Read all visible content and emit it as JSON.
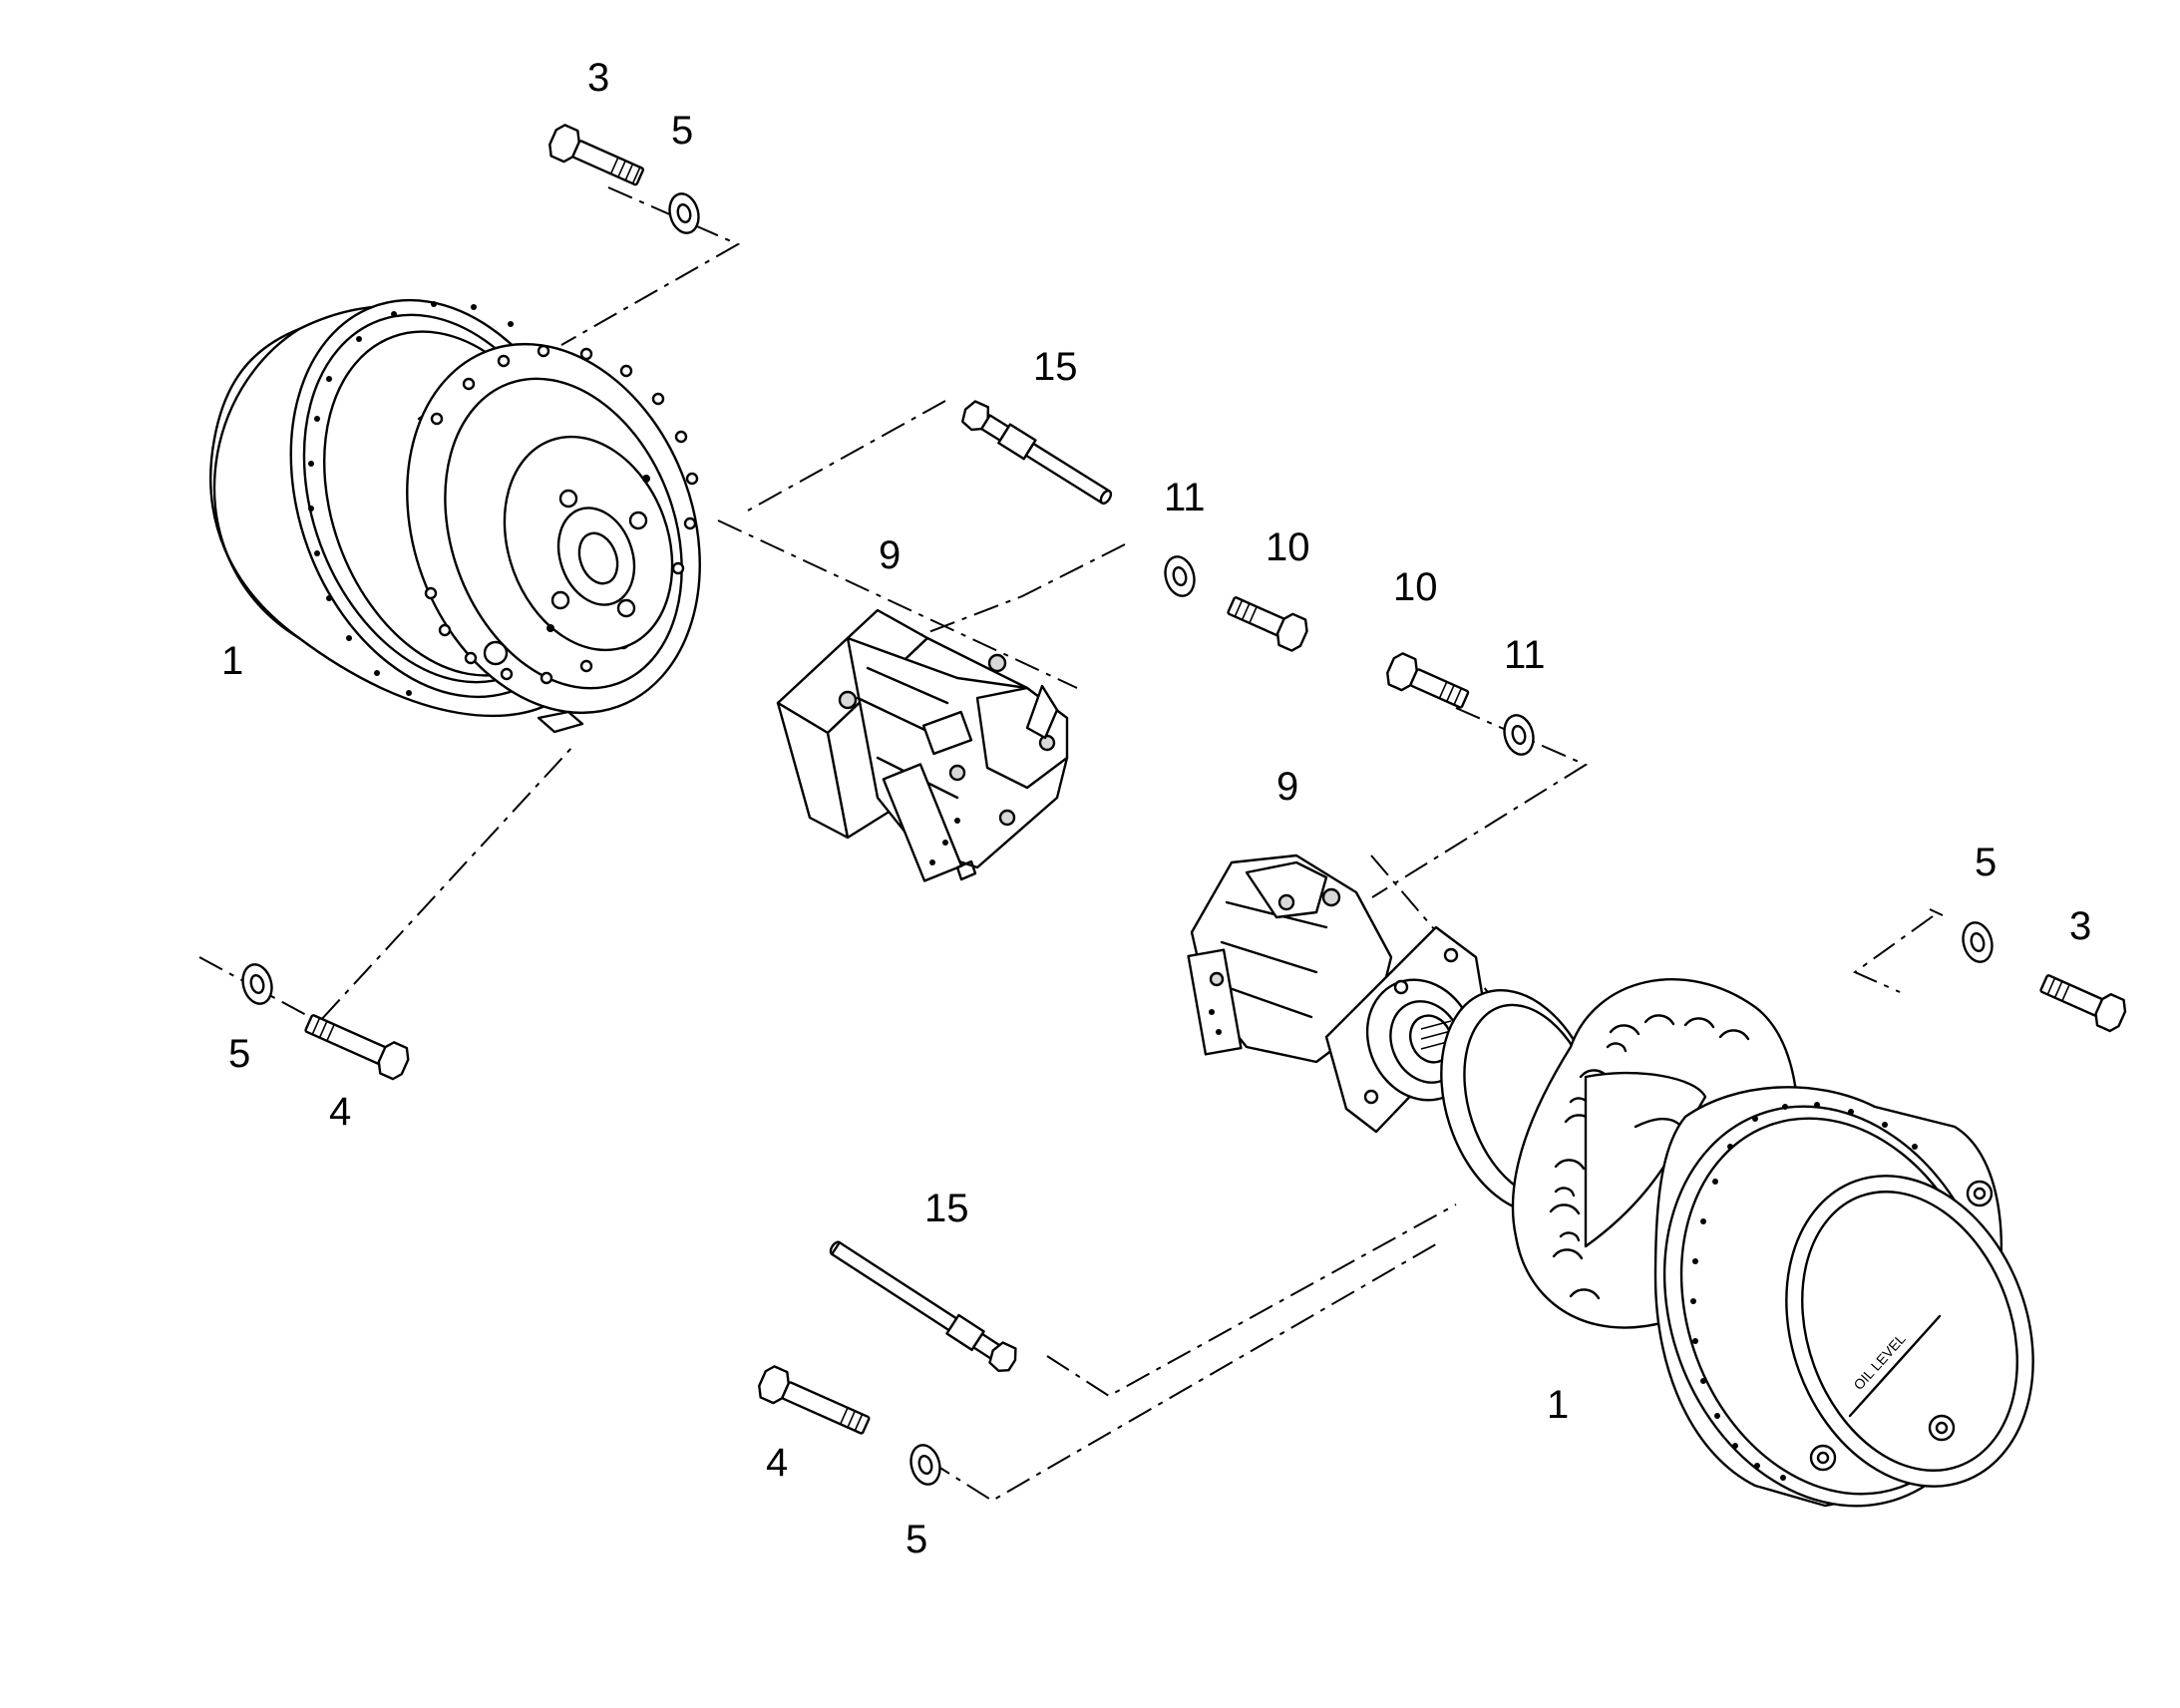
{
  "callouts": {
    "top_left": {
      "bolt_3": "3",
      "washer_5": "5",
      "drive_1": "1",
      "washer_5b": "5",
      "bolt_4": "4"
    },
    "center": {
      "pin_15a": "15",
      "washer_11a": "11",
      "motor_9a": "9",
      "bolt_10a": "10",
      "bolt_10b": "10",
      "washer_11b": "11",
      "motor_9b": "9"
    },
    "right": {
      "washer_5c": "5",
      "bolt_3b": "3",
      "drive_1b": "1"
    },
    "bottom": {
      "pin_15b": "15",
      "bolt_4b": "4",
      "washer_5d": "5"
    }
  },
  "cover_text": "OIL LEVEL"
}
